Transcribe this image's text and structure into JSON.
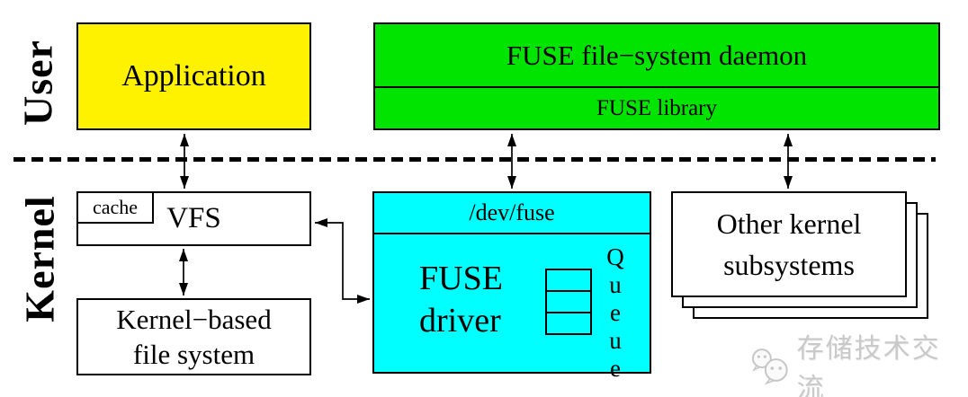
{
  "labels": {
    "user": "User",
    "kernel": "Kernel"
  },
  "application": {
    "label": "Application"
  },
  "daemon": {
    "title": "FUSE file−system daemon",
    "library": "FUSE library"
  },
  "vfs": {
    "label": "VFS",
    "cache": "cache"
  },
  "kernel_fs": {
    "line1": "Kernel−based",
    "line2": "file system"
  },
  "fuse_driver": {
    "device": "/dev/fuse",
    "name_line1": "FUSE",
    "name_line2": "driver",
    "queue_label": "Queue",
    "queue_cells": 3
  },
  "other_subsystems": {
    "line1": "Other kernel",
    "line2": "subsystems"
  },
  "watermark": {
    "text": "存储技术交流"
  },
  "colors": {
    "application_fill": "#FFF200",
    "daemon_fill": "#00E400",
    "driver_fill": "#00FFFF",
    "box_stroke": "#000000",
    "watermark_gray": "#C9C9C9"
  }
}
